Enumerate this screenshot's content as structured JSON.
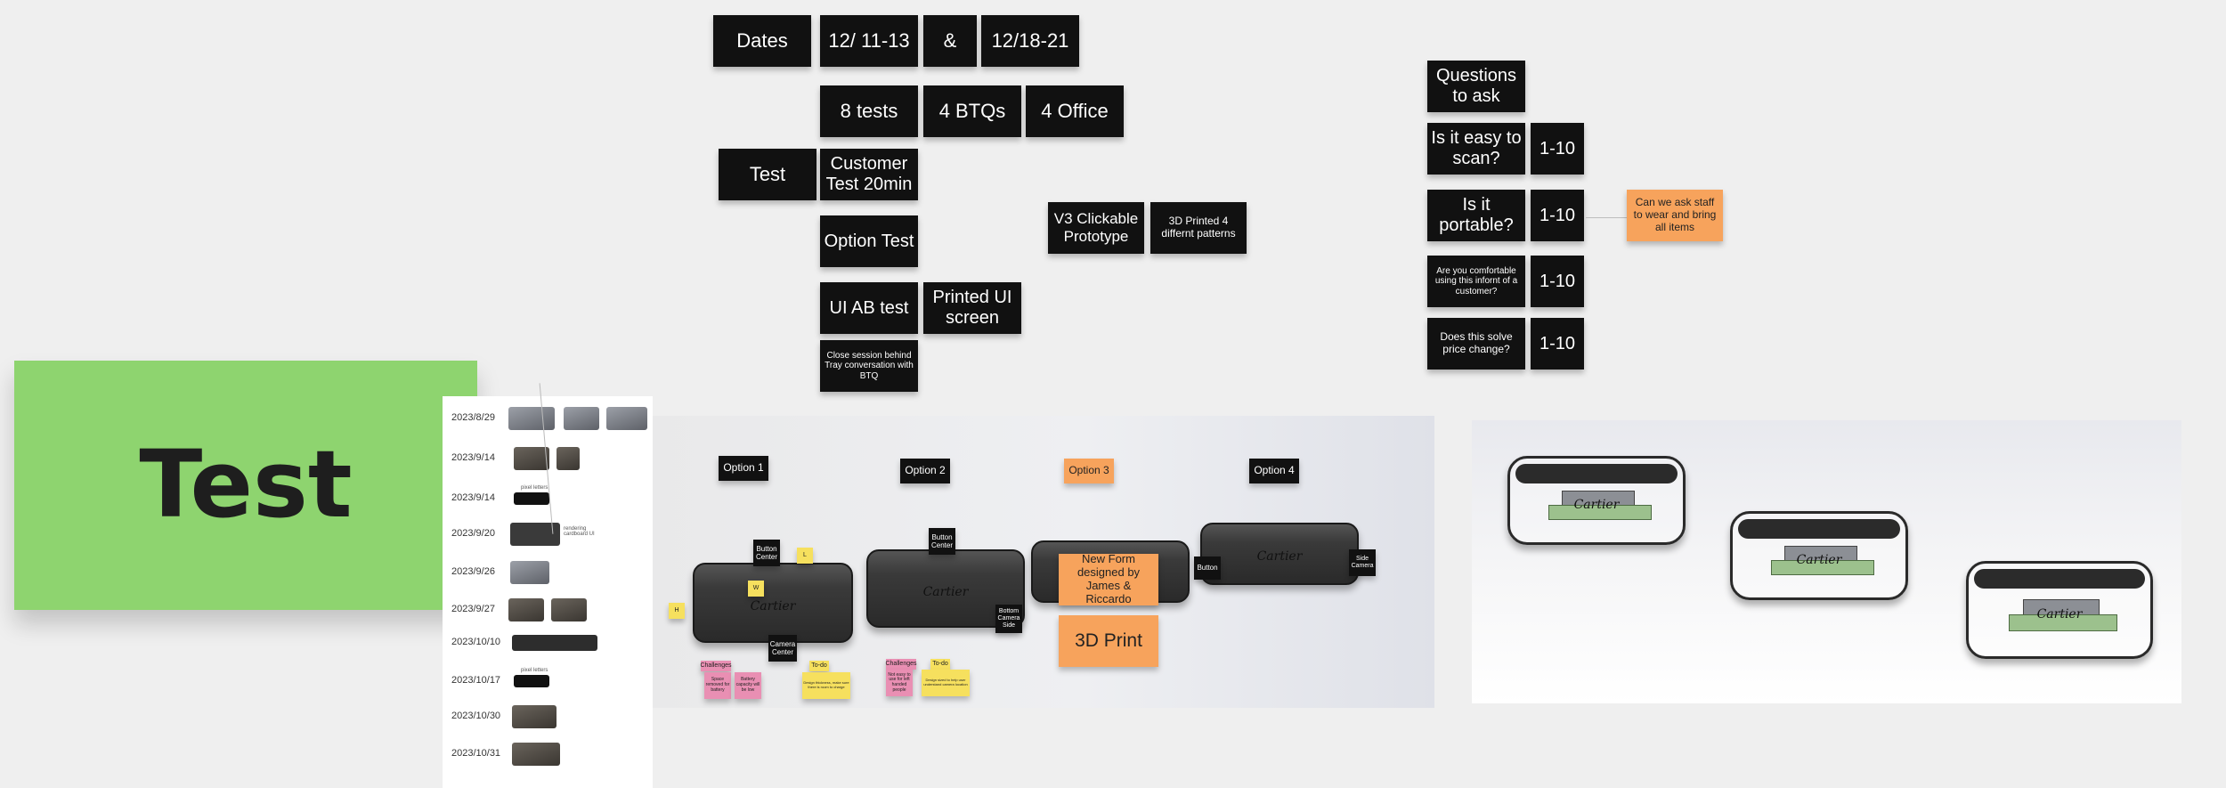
{
  "schedule": {
    "dates_label": "Dates",
    "date1": "12/ 11-13",
    "amp": "&",
    "date2": "12/18-21",
    "tests": "8 tests",
    "btqs": "4 BTQs",
    "office": "4 Office",
    "test_label": "Test",
    "customer_test": "Customer Test 20min",
    "option_test": "Option Test",
    "ui_ab_test": "UI AB test",
    "printed_ui": "Printed UI screen",
    "close_session": "Close session behind Tray conversation with BTQ",
    "v3_prototype": "V3 Clickable Prototype",
    "printed_patterns": "3D Printed 4 differnt patterns"
  },
  "questions": {
    "header": "Questions to ask",
    "items": [
      {
        "q": "Is it easy to scan?",
        "scale": "1-10"
      },
      {
        "q": "Is it portable?",
        "scale": "1-10"
      },
      {
        "q": "Are you comfortable using this infornt of a customer?",
        "scale": "1-10"
      },
      {
        "q": "Does this solve price change?",
        "scale": "1-10"
      }
    ],
    "side_note": "Can we ask staff to wear and bring all items"
  },
  "big_note": "Test",
  "timeline": {
    "dates": [
      "2023/8/29",
      "2023/9/14",
      "2023/9/14",
      "2023/9/20",
      "2023/9/26",
      "2023/9/27",
      "2023/10/10",
      "2023/10/17",
      "2023/10/30",
      "2023/10/31"
    ],
    "tiny_labels": [
      "pixel letters",
      "rendering cardboard UI",
      "pixel letters"
    ]
  },
  "options": {
    "opt1": "Option 1",
    "opt2": "Option 2",
    "opt3": "Option 3",
    "opt4": "Option 4",
    "button_center_1": "Button Center",
    "camera_center": "Camera Center",
    "button_center_2": "Button Center",
    "bottom_camera_side": "Bottom Camera Side",
    "button": "Button",
    "side_camera": "Side Camera",
    "new_form": "New Form designed by James & Riccardo",
    "print_3d": "3D Print",
    "challenges1": "Challenges",
    "todo1": "To-do",
    "challenges2": "Challenges",
    "todo2": "To-do",
    "pink1": "Space removed for battery",
    "pink2": "Battery capacity will be low",
    "yellow1": "Design thickness, make sure there is room to charge",
    "pink3": "Not easy to use for left handed people",
    "yellow2": "Design sized to help user understand camera location",
    "mini_w": "W",
    "mini_l": "L",
    "mini_h": "H",
    "brand": "Cartier"
  },
  "colors": {
    "black_note": "#111111",
    "orange_note": "#f7a35c",
    "green_note": "#8ed46f",
    "yellow_note": "#f6e05e",
    "pink_note": "#e98fb3",
    "canvas": "#efefef"
  }
}
